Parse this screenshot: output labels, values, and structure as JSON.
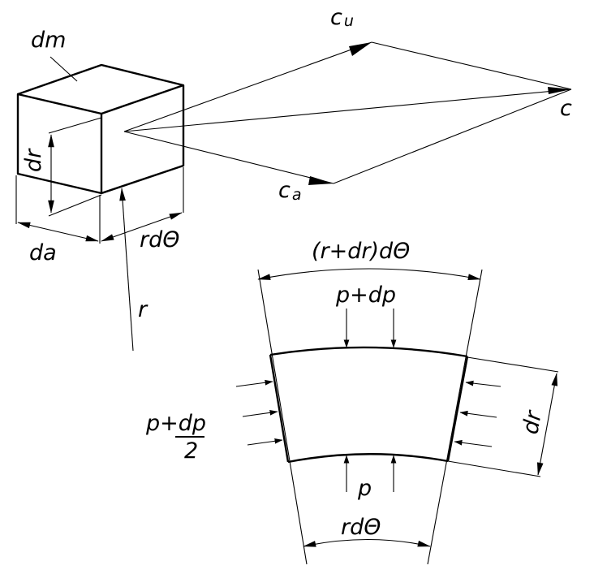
{
  "labels": {
    "dm": "dm",
    "dr_cube": "dr",
    "da": "da",
    "rdtheta_cube": "rdΘ",
    "r": "r",
    "c": "c",
    "cu_c": "c",
    "cu_sub": "u",
    "ca_c": "c",
    "ca_sub": "a",
    "rdr_dtheta": "(r+dr)dΘ",
    "p_plus_dp": "p+dp",
    "fraction_numerator": "p+dp",
    "fraction_denominator": "2",
    "dr_sector": "dr",
    "p": "p",
    "rdtheta_sector": "rdΘ"
  }
}
